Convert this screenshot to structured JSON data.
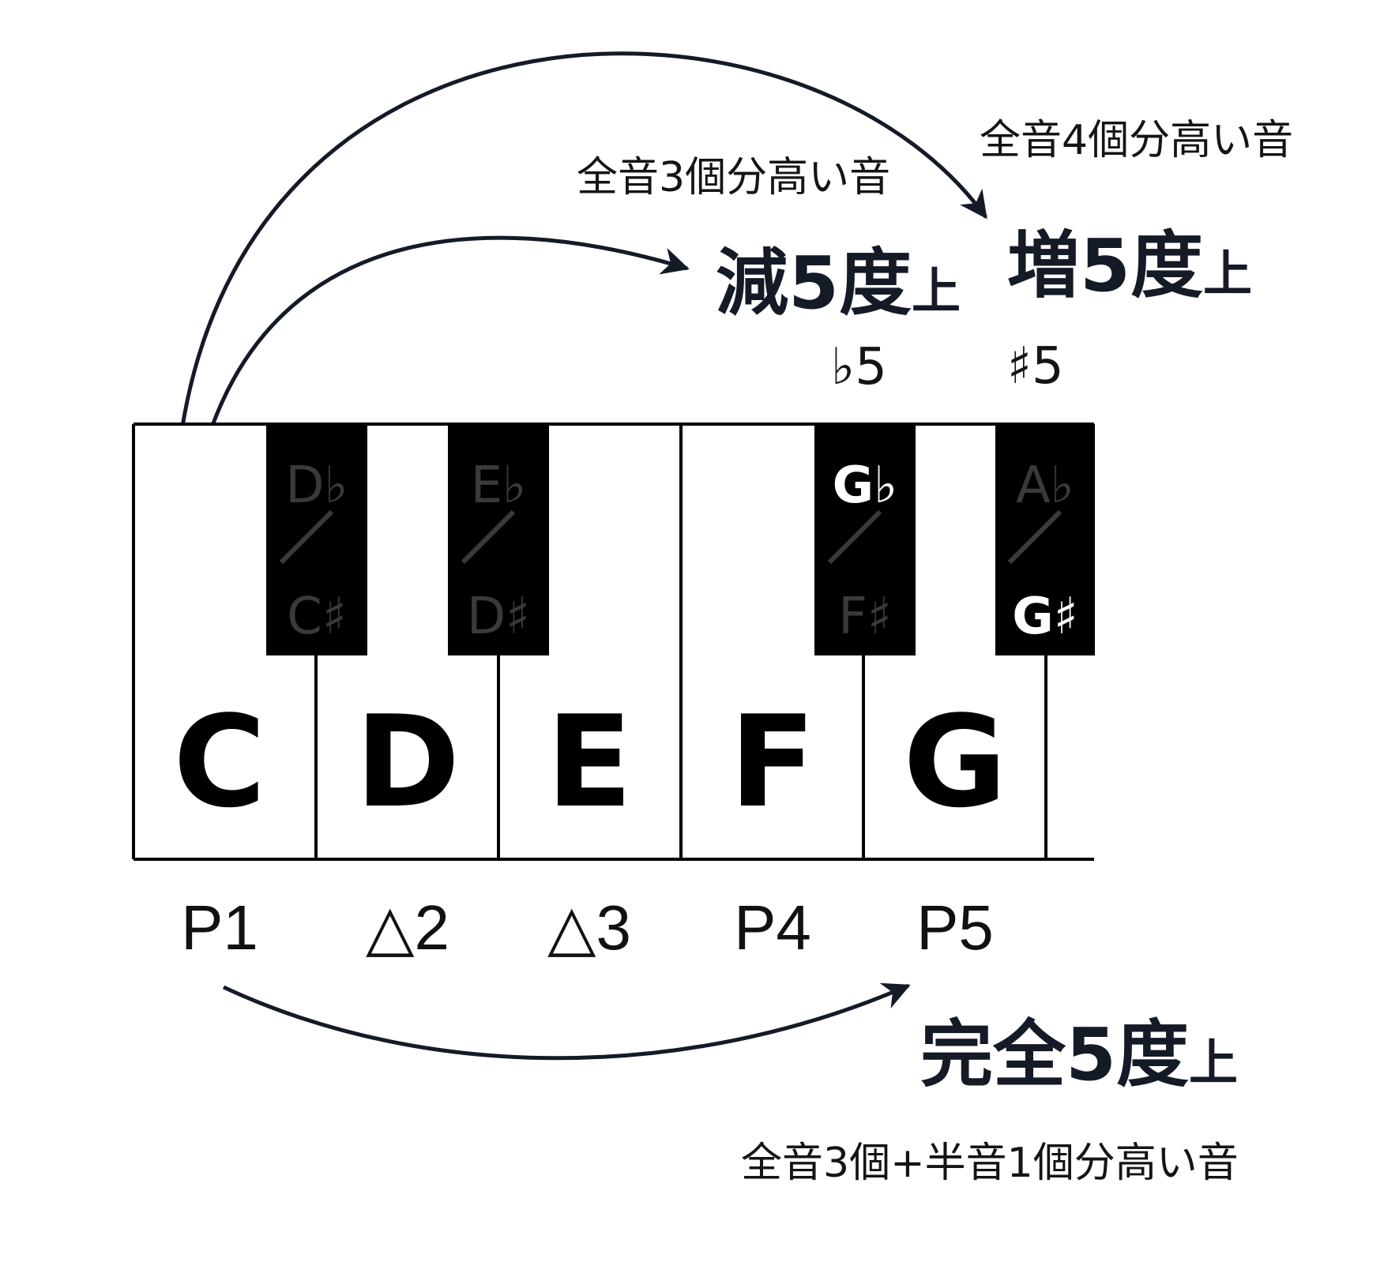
{
  "keyboard": {
    "white_keys": [
      "C",
      "D",
      "E",
      "F",
      "G"
    ],
    "black_keys": [
      {
        "flat": "D♭",
        "sharp": "C♯",
        "highlight": "none"
      },
      {
        "flat": "E♭",
        "sharp": "D♯",
        "highlight": "none"
      },
      {
        "flat": "G♭",
        "sharp": "F♯",
        "highlight": "flat"
      },
      {
        "flat": "A♭",
        "sharp": "G♯",
        "highlight": "sharp"
      }
    ],
    "intervals": [
      "P1",
      "△2",
      "△3",
      "P4",
      "P5"
    ]
  },
  "annotations": {
    "diminished": {
      "title_main": "減5度",
      "title_suffix": "上",
      "description": "全音3個分高い音",
      "symbol": "♭5"
    },
    "augmented": {
      "title_main": "増5度",
      "title_suffix": "上",
      "description": "全音4個分高い音",
      "symbol": "♯5"
    },
    "perfect": {
      "title_main": "完全5度",
      "title_suffix": "上",
      "description": "全音3個+半音1個分高い音"
    }
  },
  "colors": {
    "ink": "#141414",
    "arrow": "#151a27",
    "black_key": "#000000",
    "dim_label": "#3a3a3a",
    "highlight_label": "#ffffff"
  }
}
